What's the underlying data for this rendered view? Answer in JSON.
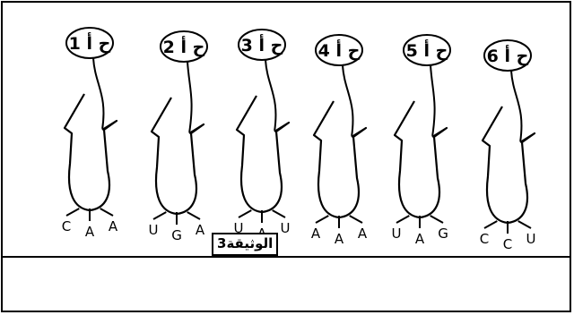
{
  "trnas": [
    {
      "label": "ح أ 1",
      "anticodon": [
        "C",
        "A",
        "A"
      ]
    },
    {
      "label": "ح أ 2",
      "anticodon": [
        "U",
        "G",
        "A"
      ]
    },
    {
      "label": "ح أ 3",
      "anticodon": [
        "U",
        "A",
        "U"
      ]
    },
    {
      "label": "ح أ 4",
      "anticodon": [
        "A",
        "A",
        "A"
      ]
    },
    {
      "label": "ح أ 5",
      "anticodon": [
        "U",
        "A",
        "G"
      ]
    },
    {
      "label": "ح أ 6",
      "anticodon": [
        "C",
        "C",
        "U"
      ]
    }
  ],
  "caption": "الوثيقة3"
}
